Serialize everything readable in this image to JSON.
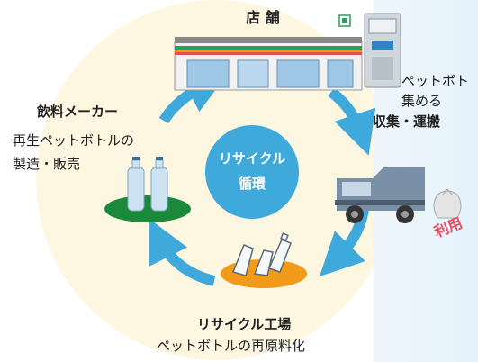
{
  "center": {
    "line1": "リサイクル",
    "line2": "循環"
  },
  "store": {
    "title": "店 舗"
  },
  "collection": {
    "title": "収集・運搬",
    "note_line1": "ペットボト",
    "note_line2": "集める"
  },
  "factory": {
    "title": "リサイクル工場",
    "desc": "ペットボトルの再原料化"
  },
  "maker": {
    "title": "飲料メーカー",
    "desc_line1": "再生ペットボトルの",
    "desc_line2": "製造・販売"
  },
  "side_label": "利用",
  "colors": {
    "arrow": "#3fa9dc",
    "center_circle": "#3fa9dc",
    "maker_base": "#1a8a3a",
    "factory_base": "#f29a1a",
    "side_label": "#e84a5f",
    "background_circle": "#fdf6e1"
  },
  "icons": {
    "store": "convenience-store-icon",
    "collection_box": "collection-box-icon",
    "truck": "garbage-truck-icon",
    "trash_bag": "trash-bag-icon",
    "maker_bottles": "pet-bottles-icon",
    "factory_bottles": "crushed-bottles-icon"
  }
}
